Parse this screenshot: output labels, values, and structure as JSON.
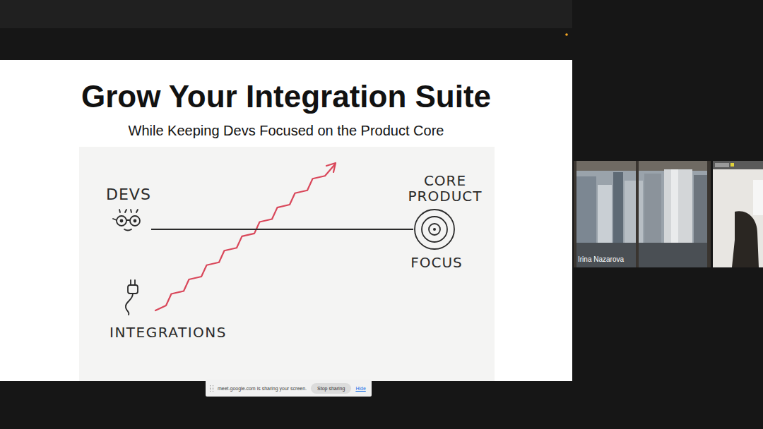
{
  "diagram": {
    "title": "Grow Your Integration Suite",
    "nodes": [
      {
        "text": [
          "DEVS"
        ]
      },
      {
        "text": [
          "CORE PRODUCT",
          "FOCUS"
        ]
      }
    ],
    "edges": [
      {
        "from": 0,
        "to": 1,
        "arrow": "none"
      }
    ],
    "labels": [
      "While Keeping Devs Focused on the Product Core",
      "INTEGRATIONS",
      "Irina Nazarova",
      "meet.google.com is sharing your screen.",
      "Stop sharing",
      "Hide"
    ]
  }
}
